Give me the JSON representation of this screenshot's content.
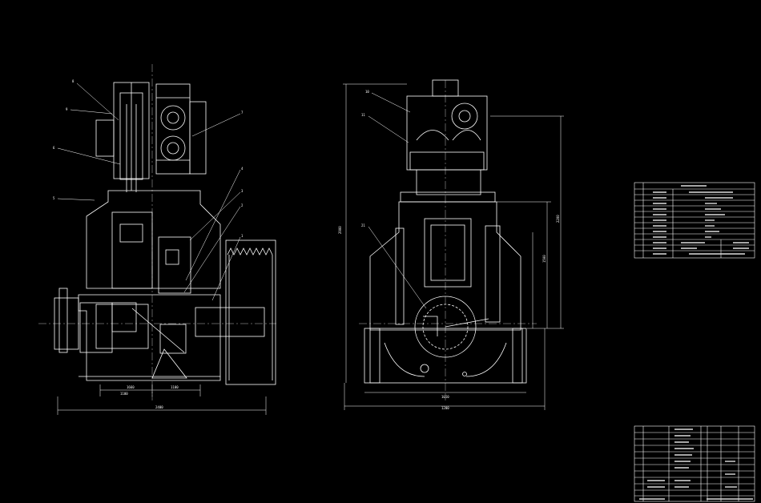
{
  "colors": {
    "background": "#000000",
    "line": "#ffffff",
    "dash": "#cccccc",
    "accent": "#ff3030"
  },
  "front_view": {
    "balloons": [
      "8",
      "9",
      "6",
      "5",
      "7",
      "4",
      "3",
      "2",
      "1"
    ],
    "dimensions": [
      "1660",
      "1100",
      "1100",
      "2400"
    ]
  },
  "side_view": {
    "balloons": [
      "10",
      "11",
      "21"
    ],
    "dimensions": [
      "2900",
      "2200",
      "1500",
      "1050",
      "1200"
    ]
  }
}
